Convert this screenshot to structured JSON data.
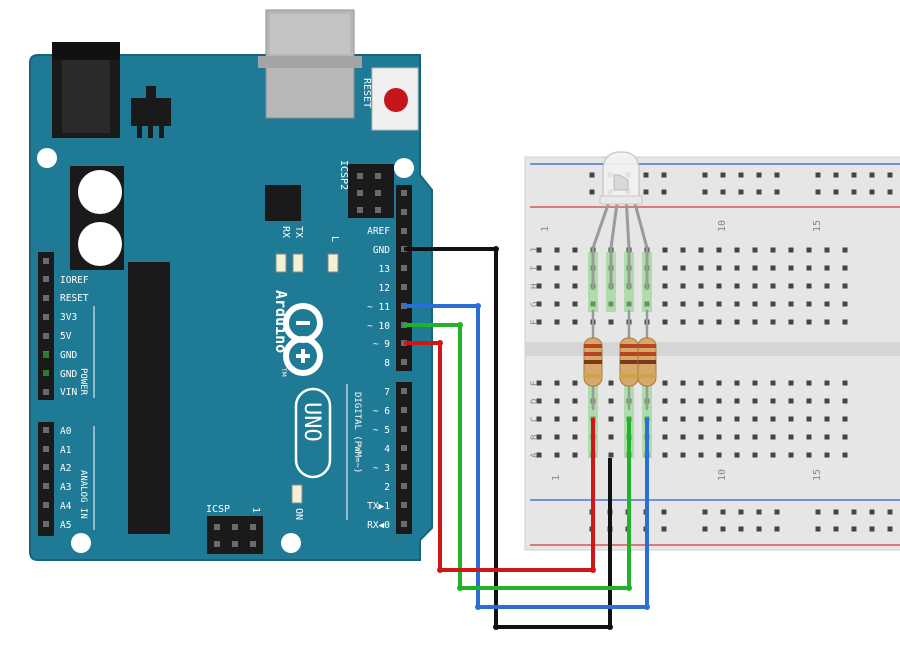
{
  "board": {
    "reset_label": "RESET",
    "icsp2_label": "ICSP2",
    "icsp_label": "ICSP",
    "icsp_pin1": "1",
    "tx_label": "TX",
    "rx_label": "RX",
    "l_label": "L",
    "on_label": "ON",
    "brand": "Arduino",
    "brand_tm": "TM",
    "model": "UNO",
    "digital_label": "DIGITAL (PWM=~)",
    "power_label": "POWER",
    "analog_label": "ANALOG IN",
    "left_pins": [
      "IOREF",
      "RESET",
      "3V3",
      "5V",
      "GND",
      "GND",
      "VIN"
    ],
    "analog_pins": [
      "A0",
      "A1",
      "A2",
      "A3",
      "A4",
      "A5"
    ],
    "digital_top": [
      "AREF",
      "GND",
      "13",
      "12",
      "~ 11",
      "~ 10",
      "~ 9",
      "8"
    ],
    "digital_bottom": [
      "7",
      "~ 6",
      "~ 5",
      "4",
      "~ 3",
      "2",
      "TX▶1",
      "RX◀0"
    ]
  },
  "breadboard": {
    "rows_upper": [
      "J",
      "I",
      "H",
      "G",
      "F"
    ],
    "rows_lower": [
      "E",
      "D",
      "C",
      "B",
      "A"
    ],
    "col_numbers": [
      "1",
      "10",
      "15"
    ]
  },
  "wires": [
    {
      "name": "gnd-wire",
      "color": "#111111"
    },
    {
      "name": "pin11-wire",
      "color": "#2a6fd6"
    },
    {
      "name": "pin10-wire",
      "color": "#20b327"
    },
    {
      "name": "pin9-wire",
      "color": "#d11616"
    }
  ],
  "colors": {
    "board": "#1f7a96",
    "board_edge": "#17637a",
    "breadboard": "#e6e6e6",
    "rail_red": "#d33b3b",
    "rail_blue": "#2f5fc2"
  }
}
